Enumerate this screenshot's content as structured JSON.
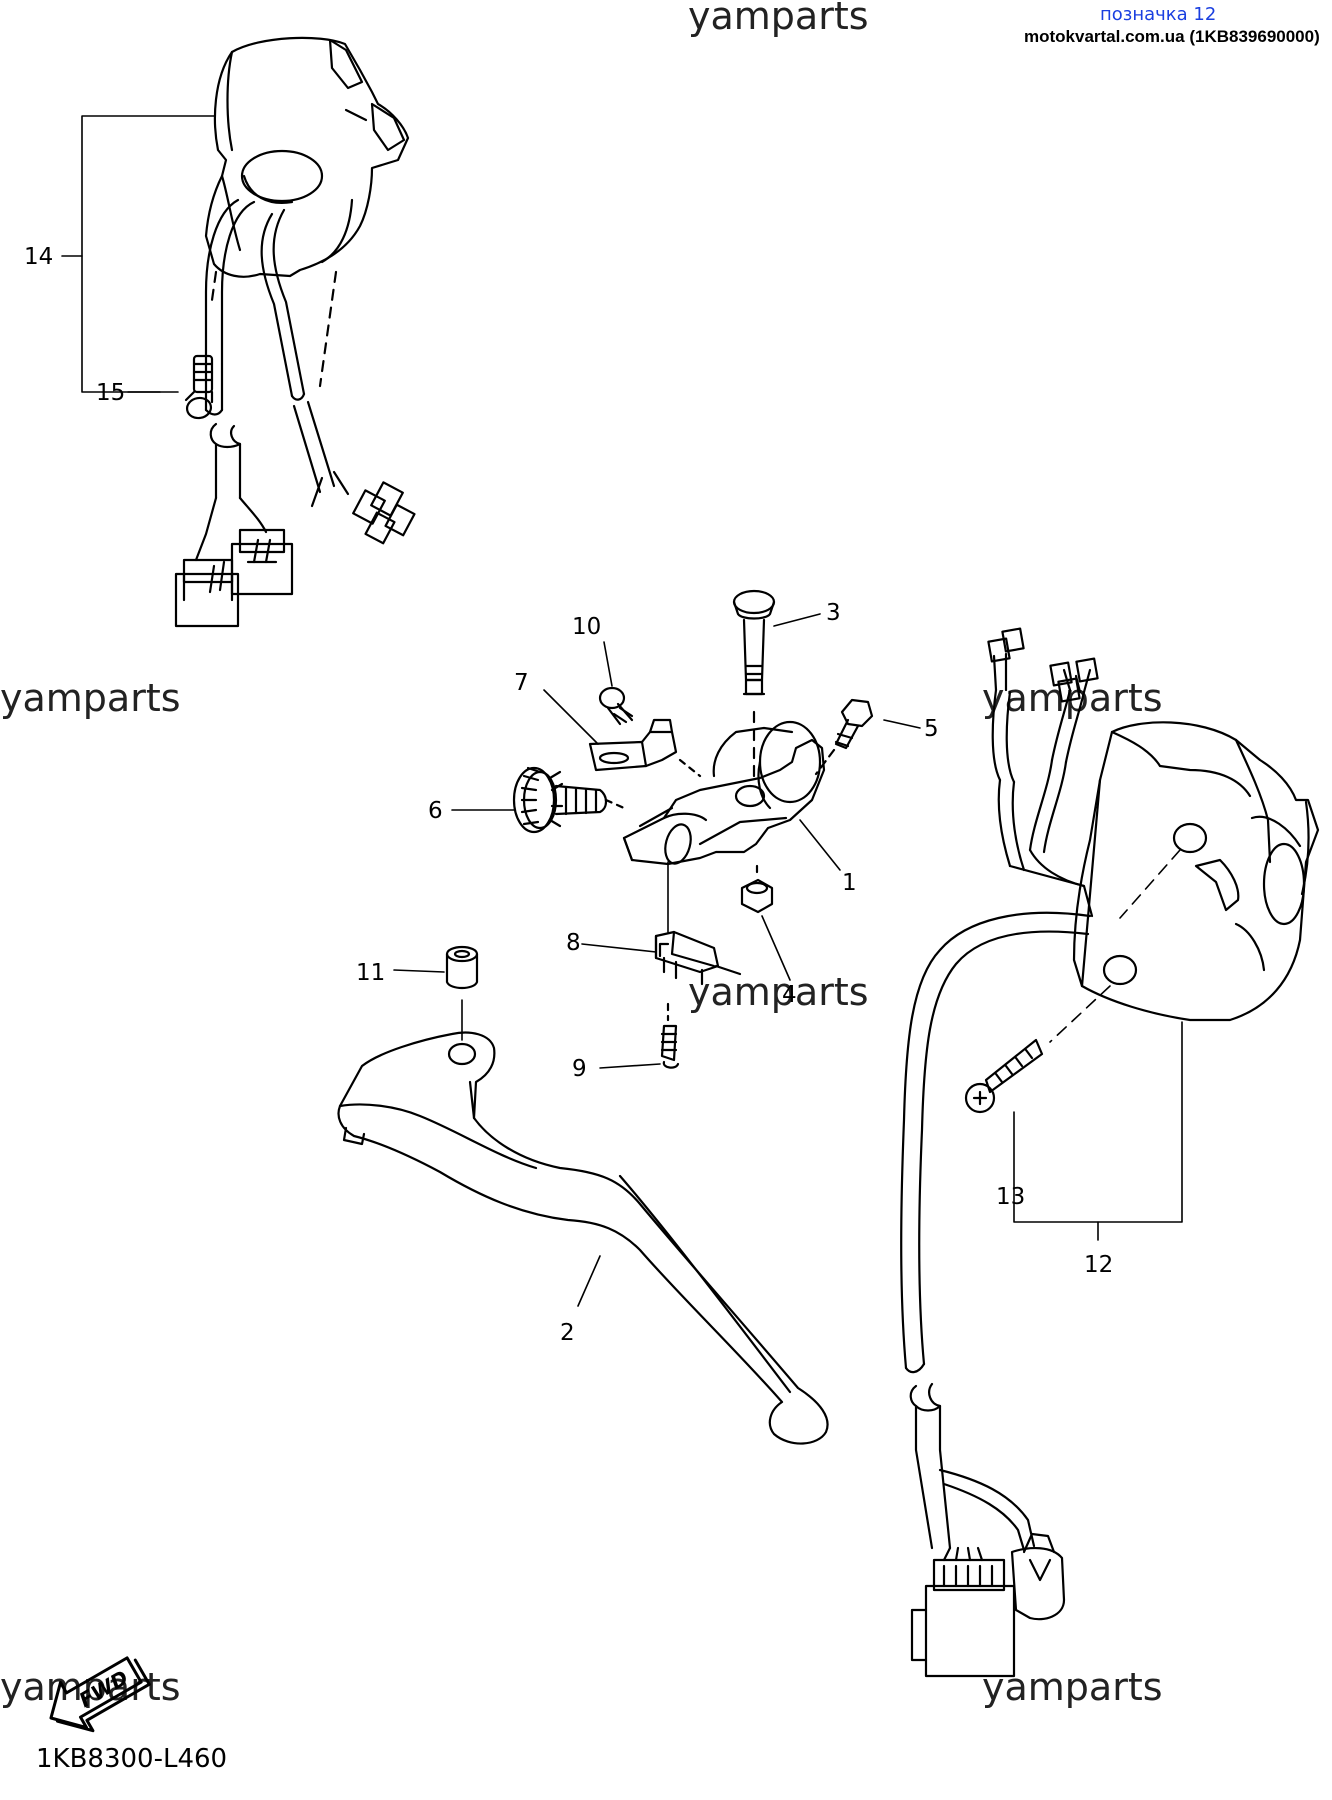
{
  "header": {
    "label": "позначка 12",
    "source": "motokvartal.com.ua (1KB839690000)"
  },
  "watermarks": [
    "yamparts",
    "yamparts",
    "yamparts",
    "yamparts",
    "yamparts",
    "yamparts"
  ],
  "diagram_code": "1KB8300-L460",
  "fwd_arrow_label": "FWD",
  "callouts": {
    "c1": "1",
    "c2": "2",
    "c3": "3",
    "c4": "4",
    "c5": "5",
    "c6": "6",
    "c7": "7",
    "c8": "8",
    "c9": "9",
    "c10": "10",
    "c11": "11",
    "c12": "12",
    "c13": "13",
    "c14": "14",
    "c15": "15"
  }
}
